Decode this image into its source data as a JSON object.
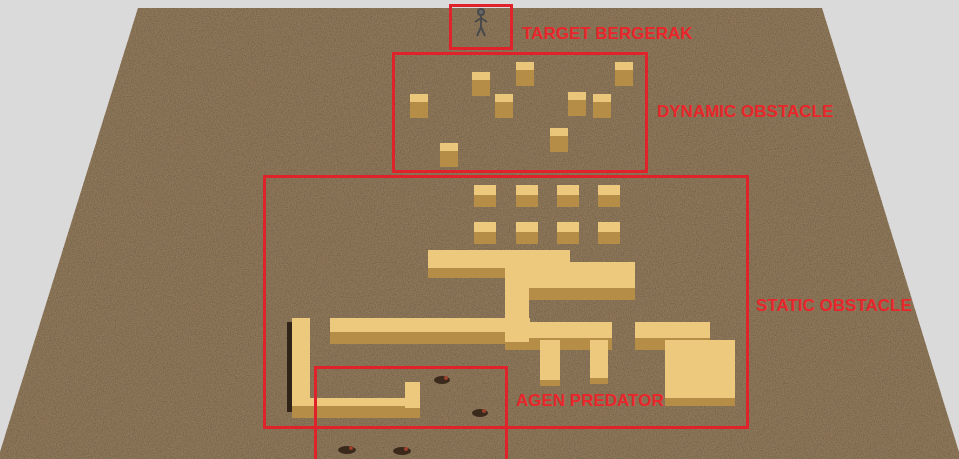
{
  "diagram": {
    "nodes": [
      {
        "text": [
          "TARGET BERGERAK"
        ]
      },
      {
        "text": [
          "DYNAMIC OBSTACLE"
        ]
      },
      {
        "text": [
          "STATIC OBSTACLE"
        ]
      },
      {
        "text": [
          "AGEN PREDATOR"
        ]
      }
    ]
  }
}
